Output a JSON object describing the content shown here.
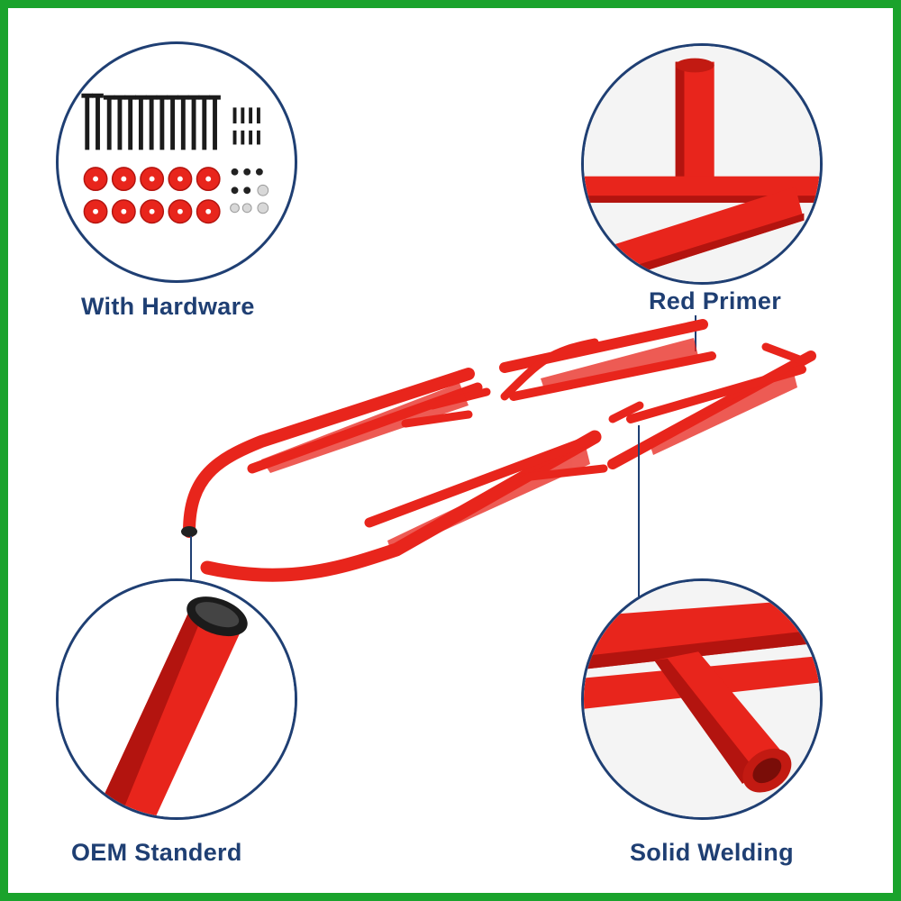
{
  "features": {
    "hardware": {
      "label": "With Hardware",
      "icon": "hardware-kit-icon"
    },
    "primer": {
      "label": "Red Primer",
      "icon": "tube-joint-icon"
    },
    "oem": {
      "label": "OEM Standerd",
      "icon": "capped-tube-icon"
    },
    "welding": {
      "label": "Solid Welding",
      "icon": "welded-joint-icon"
    }
  },
  "colors": {
    "frame_border": "#1aa32c",
    "caption_text": "#1f3f73",
    "bar_red": "#e8251c",
    "bar_shadow": "#b3140f"
  }
}
